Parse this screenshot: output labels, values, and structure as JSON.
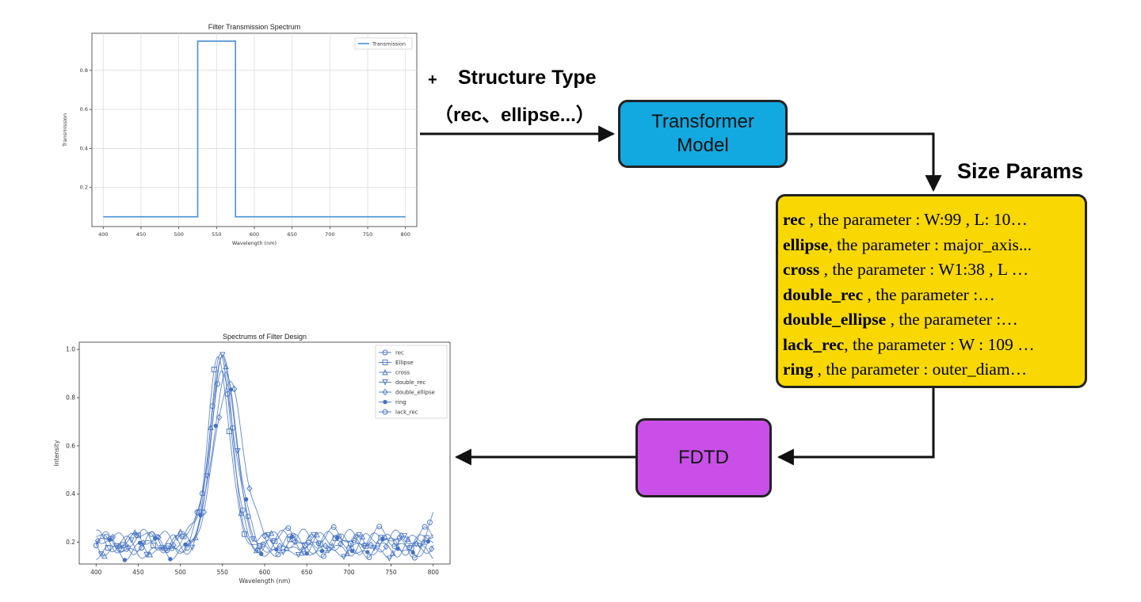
{
  "plus": "+",
  "structure_type": {
    "title": "Structure Type",
    "subtitle": "（rec、ellipse...）"
  },
  "size_params_label": "Size Params",
  "boxes": {
    "transformer": {
      "line1": "Transformer",
      "line2": "Model",
      "color": "#12a9e0"
    },
    "params": {
      "color": "#f8d800"
    },
    "fdtd": {
      "label": "FDTD",
      "color": "#c94fe8"
    }
  },
  "params": [
    {
      "name": "rec",
      "rest": " , the parameter : W:99 , L: 10…"
    },
    {
      "name": "ellipse",
      "rest": ", the parameter : major_axis..."
    },
    {
      "name": "cross",
      "rest": " , the parameter : W1:38 , L …"
    },
    {
      "name": "double_rec",
      "rest": " , the parameter :…"
    },
    {
      "name": "double_ellipse",
      "rest": " , the parameter :…"
    },
    {
      "name": "lack_rec",
      "rest": ", the parameter : W : 109 …"
    },
    {
      "name": "ring",
      "rest": " , the parameter : outer_diam…"
    }
  ],
  "chart_data": [
    {
      "type": "line",
      "title": "Filter Transmission Spectrum",
      "xlabel": "Wavelength (nm)",
      "ylabel": "Transmission",
      "xlim": [
        385,
        815
      ],
      "ylim": [
        0.0,
        0.99
      ],
      "xticks": [
        400,
        450,
        500,
        550,
        600,
        650,
        700,
        750,
        800
      ],
      "yticks": [
        0.2,
        0.4,
        0.6,
        0.8
      ],
      "grid": true,
      "legend": "top-right",
      "series": [
        {
          "name": "Transmission",
          "color": "#4a8fd4",
          "x": [
            400,
            525,
            525,
            575,
            575,
            800
          ],
          "y": [
            0.05,
            0.05,
            0.95,
            0.95,
            0.05,
            0.05
          ]
        }
      ]
    },
    {
      "type": "line",
      "title": "Spectrums of Filter Design",
      "xlabel": "Wavelength (nm)",
      "ylabel": "Intensity",
      "xlim": [
        380,
        820
      ],
      "ylim": [
        0.11,
        1.03
      ],
      "xticks": [
        400,
        450,
        500,
        550,
        600,
        650,
        700,
        750,
        800
      ],
      "yticks": [
        0.2,
        0.4,
        0.6,
        0.8,
        1.0
      ],
      "grid": false,
      "legend": "top-right",
      "series": [
        {
          "name": "rec",
          "marker": "circle",
          "peak": 550,
          "width": 20,
          "height": 0.93,
          "base": 0.19
        },
        {
          "name": "Ellipse",
          "marker": "square",
          "peak": 545,
          "width": 17,
          "height": 1.0,
          "base": 0.2
        },
        {
          "name": "cross",
          "marker": "triangle-up",
          "peak": 548,
          "width": 19,
          "height": 0.95,
          "base": 0.19
        },
        {
          "name": "double_rec",
          "marker": "triangle-down",
          "peak": 552,
          "width": 21,
          "height": 0.94,
          "base": 0.18
        },
        {
          "name": "double_ellipse",
          "marker": "diamond",
          "peak": 558,
          "width": 22,
          "height": 0.9,
          "base": 0.2
        },
        {
          "name": "ring",
          "marker": "star",
          "peak": 553,
          "width": 20,
          "height": 0.92,
          "base": 0.18
        },
        {
          "name": "lack_rec",
          "marker": "hexagon",
          "peak": 547,
          "width": 18,
          "height": 0.98,
          "base": 0.21
        }
      ]
    }
  ]
}
